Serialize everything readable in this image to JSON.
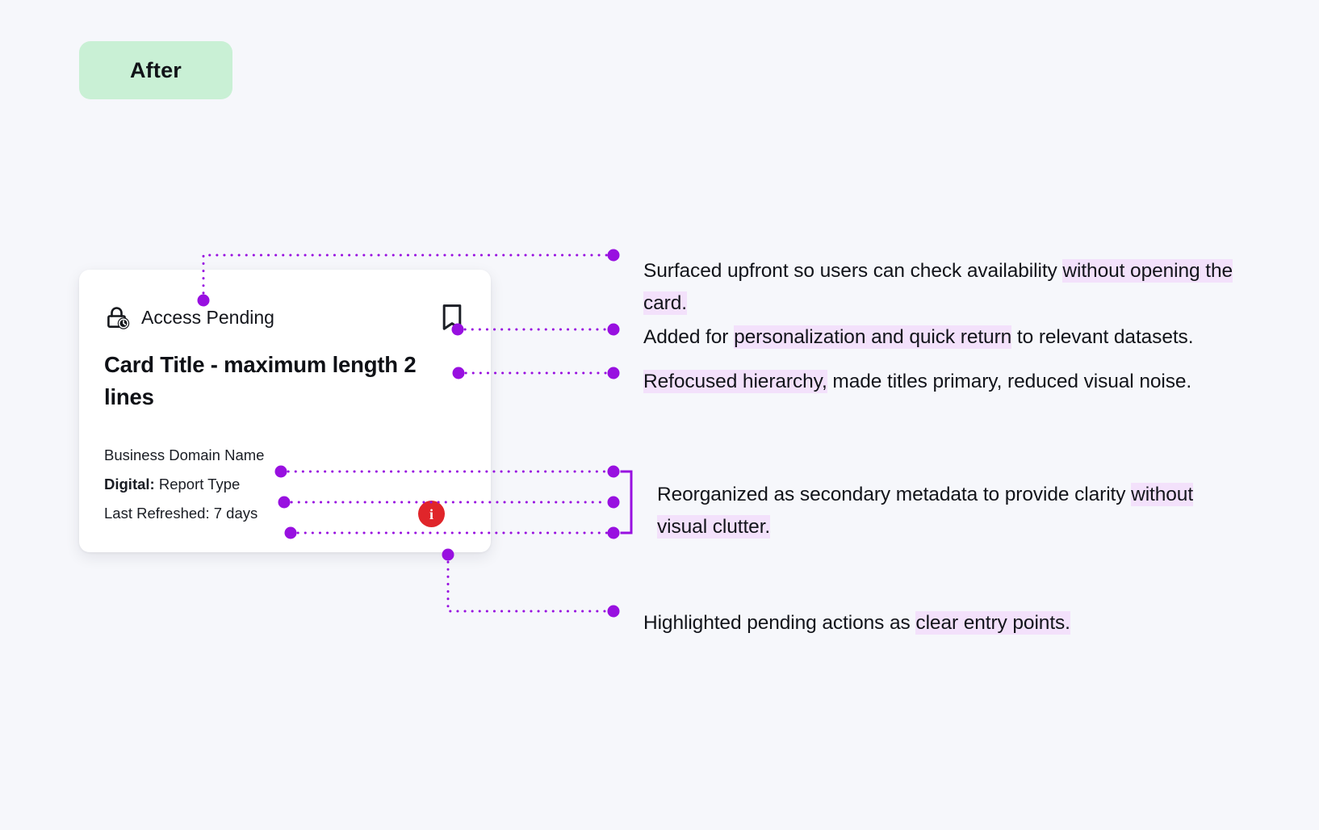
{
  "badge": {
    "label": "After",
    "color": "#c9f0d5"
  },
  "card": {
    "status": {
      "icon": "lock-clock-icon",
      "label": "Access Pending"
    },
    "bookmark_icon": "bookmark-icon",
    "title": "Card Title - maximum length 2 lines",
    "metadata": [
      {
        "label": "Business Domain Name",
        "bold_prefix": ""
      },
      {
        "bold_prefix": "Digital:",
        "label": "Report Type"
      },
      {
        "label": "Last Refreshed: 7 days",
        "bold_prefix": ""
      }
    ],
    "info_badge": {
      "icon": "info-icon",
      "glyph": "i",
      "color": "#e0252a"
    }
  },
  "annotations": [
    {
      "id": "annotation-availability",
      "parts": [
        {
          "text": "Surfaced upfront so users can check availability ",
          "highlight": false
        },
        {
          "text": "without opening the card.",
          "highlight": true
        }
      ]
    },
    {
      "id": "annotation-bookmark",
      "parts": [
        {
          "text": "Added for ",
          "highlight": false
        },
        {
          "text": "personalization and quick return",
          "highlight": true
        },
        {
          "text": " to relevant datasets.",
          "highlight": false
        }
      ]
    },
    {
      "id": "annotation-hierarchy",
      "parts": [
        {
          "text": "Refocused hierarchy,",
          "highlight": true
        },
        {
          "text": " made titles primary, reduced visual noise.",
          "highlight": false
        }
      ]
    },
    {
      "id": "annotation-metadata",
      "parts": [
        {
          "text": "Reorganized as secondary metadata to provide clarity ",
          "highlight": false
        },
        {
          "text": "without visual clutter.",
          "highlight": true
        }
      ]
    },
    {
      "id": "annotation-pending-actions",
      "parts": [
        {
          "text": "Highlighted pending actions as ",
          "highlight": false
        },
        {
          "text": "clear entry points.",
          "highlight": true
        }
      ]
    }
  ],
  "style": {
    "leader_color": "#9810e0",
    "highlight_color": "#f3e1fb",
    "page_background": "#f6f7fb",
    "card_background": "#ffffff"
  }
}
